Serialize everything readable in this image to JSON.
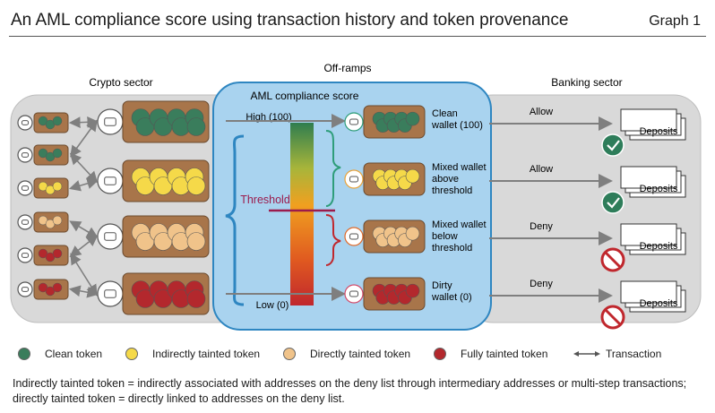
{
  "header": {
    "title": "An AML compliance score using transaction history and token provenance",
    "graph_label": "Graph 1"
  },
  "sections": {
    "crypto": "Crypto sector",
    "offramps": "Off-ramps",
    "score": "AML compliance score",
    "banking": "Banking sector"
  },
  "score": {
    "high": "High (100)",
    "low": "Low (0)",
    "threshold": "Threshold"
  },
  "wallets": [
    {
      "line1": "Clean",
      "line2": "wallet (100)",
      "line3": "",
      "decision": "Allow",
      "deposit": "Deposits",
      "status": "allow"
    },
    {
      "line1": "Mixed wallet",
      "line2": "above",
      "line3": "threshold",
      "decision": "Allow",
      "deposit": "Deposits",
      "status": "allow"
    },
    {
      "line1": "Mixed wallet",
      "line2": "below",
      "line3": "threshold",
      "decision": "Deny",
      "deposit": "Deposits",
      "status": "deny"
    },
    {
      "line1": "Dirty",
      "line2": "wallet (0)",
      "line3": "",
      "decision": "Deny",
      "deposit": "Deposits",
      "status": "deny"
    }
  ],
  "legend": {
    "clean": "Clean token",
    "indirect": "Indirectly tainted token",
    "direct": "Directly tainted token",
    "full": "Fully tainted token",
    "transaction": "Transaction"
  },
  "colors": {
    "clean": "#3a7d5c",
    "indirect": "#f5d949",
    "direct": "#f0c38a",
    "full": "#b3282d",
    "score_panel": "#a9d3ef",
    "score_border": "#2e86c1",
    "side_panel": "#d9d9d9",
    "threshold": "#9b1b4c"
  },
  "footnote": {
    "line1": "Indirectly tainted token = indirectly associated with addresses on the deny list through intermediary addresses or multi-step transactions;",
    "line2": "directly tainted token = directly linked to addresses on the deny list."
  }
}
